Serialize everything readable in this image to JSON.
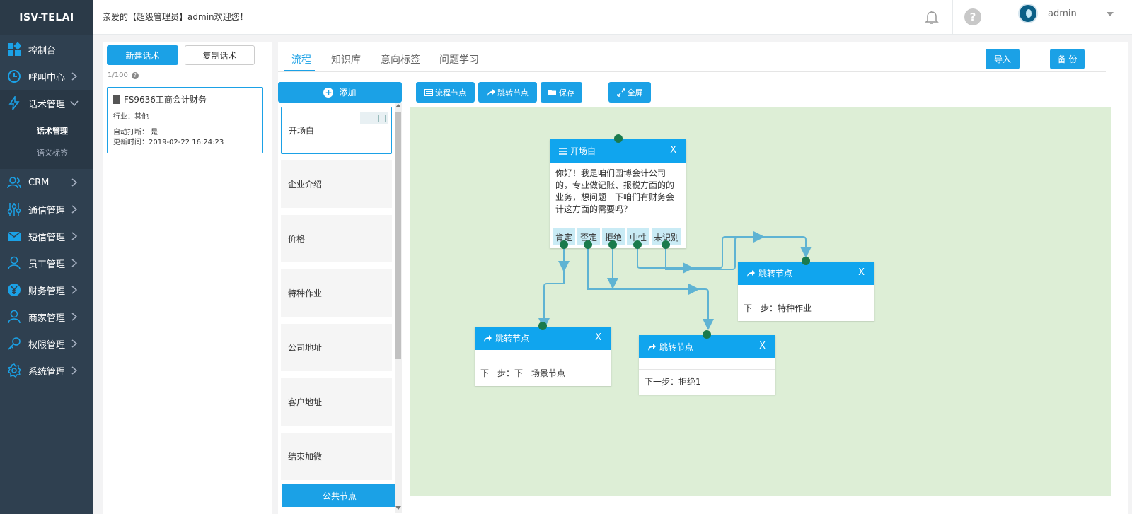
{
  "app": {
    "brand": "ISV-TELAI"
  },
  "header": {
    "welcome": "亲爱的【超级管理员】admin欢迎您！",
    "user": "admin"
  },
  "sidebar": {
    "items": [
      {
        "label": "控制台",
        "icon": "dashboard-icon"
      },
      {
        "label": "呼叫中心",
        "icon": "clock-icon"
      },
      {
        "label": "话术管理",
        "icon": "lightning-icon"
      },
      {
        "label": "CRM",
        "icon": "users-icon"
      },
      {
        "label": "通信管理",
        "icon": "sliders-icon"
      },
      {
        "label": "短信管理",
        "icon": "mail-icon"
      },
      {
        "label": "员工管理",
        "icon": "user-icon"
      },
      {
        "label": "财务管理",
        "icon": "yen-icon"
      },
      {
        "label": "商家管理",
        "icon": "user-icon"
      },
      {
        "label": "权限管理",
        "icon": "key-icon"
      },
      {
        "label": "系统管理",
        "icon": "gear-icon"
      }
    ],
    "sub_items": [
      "话术管理",
      "语义标签"
    ]
  },
  "scripts": {
    "new_label": "新建话术",
    "copy_label": "复制话术",
    "counter": "1/100",
    "card": {
      "title": "FS9636工商会计财务",
      "industry": "行业：其他",
      "auto_interrupt": "自动打断： 是",
      "updated": "更新时间：2019-02-22 16:24:23"
    }
  },
  "tabs": [
    "流程",
    "知识库",
    "意向标签",
    "问题学习"
  ],
  "toolbar": {
    "import": "导入",
    "backup": "备 份",
    "add": "添加",
    "flow_node": "流程节点",
    "jump_node": "跳转节点",
    "save": "保存",
    "fullscreen": "全屏"
  },
  "node_list": [
    "开场白",
    "企业介绍",
    "价格",
    "特种作业",
    "公司地址",
    "客户地址",
    "结束加微"
  ],
  "public_nodes": "公共节点",
  "flow": {
    "opening": {
      "title": "开场白",
      "text": "你好！我是咱们园博会计公司的，专业做记账、报税方面的的业务，想问题一下咱们有财务会计这方面的需要吗？",
      "branches": [
        "肯定",
        "否定",
        "拒绝",
        "中性",
        "未识别"
      ]
    },
    "jump_nodes": [
      {
        "title": "跳转节点",
        "next": "下一步：特种作业"
      },
      {
        "title": "跳转节点",
        "next": "下一步：下一场景节点"
      },
      {
        "title": "跳转节点",
        "next": "下一步：拒绝1"
      }
    ]
  },
  "colors": {
    "primary": "#1ba1e6",
    "sidebar": "#2f4050",
    "canvas": "#ddeed6",
    "connector": "#1a7a4c"
  }
}
